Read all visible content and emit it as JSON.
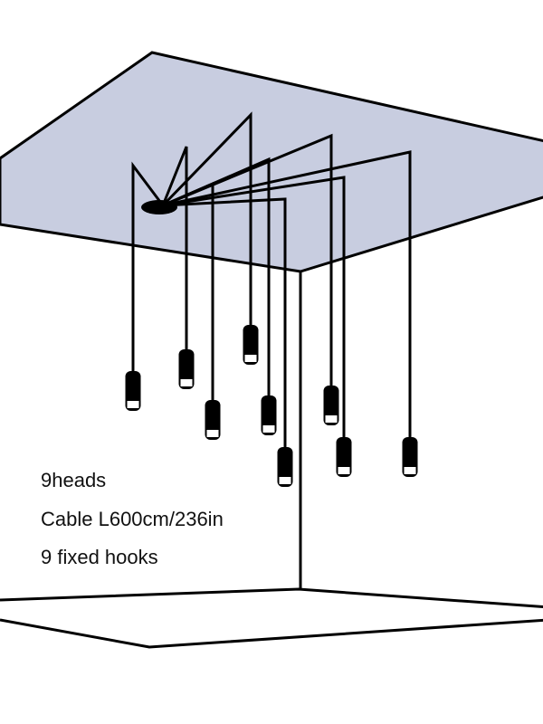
{
  "diagram": {
    "ceiling_color": "#c8cde0",
    "line_color": "#000000",
    "pendant_count": 9
  },
  "specs": {
    "heads": "9heads",
    "cable": "Cable L600cm/236in",
    "hooks": "9 fixed hooks"
  }
}
